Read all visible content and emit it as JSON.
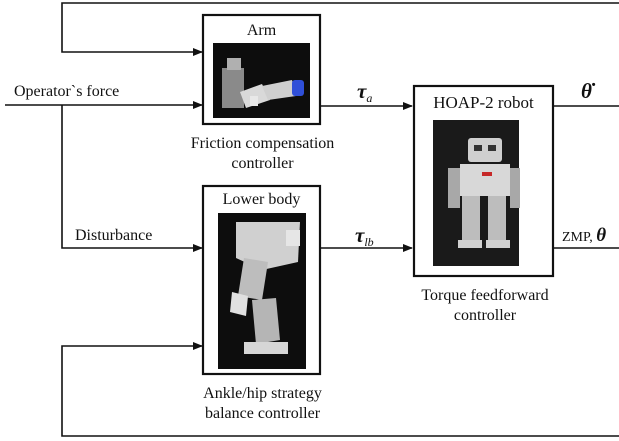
{
  "blocks": {
    "arm": {
      "title": "Arm"
    },
    "lower_body": {
      "title": "Lower body"
    },
    "robot": {
      "title": "HOAP-2 robot"
    }
  },
  "signals": {
    "operator_force": "Operator`s force",
    "disturbance": "Disturbance",
    "tau_a_symbol": "τ",
    "tau_a_sub": "a",
    "tau_lb_symbol": "τ",
    "tau_lb_sub": "lb",
    "theta_dot": "θ̇",
    "zmp_label": "ZMP, ",
    "theta": "θ"
  },
  "controllers": {
    "friction_line1": "Friction compensation",
    "friction_line2": "controller",
    "ankle_line1": "Ankle/hip strategy",
    "ankle_line2": "balance controller",
    "torque_line1": "Torque feedforward",
    "torque_line2": "controller"
  },
  "colors": {
    "line": "#111111",
    "photo_bg": "#0d0d0d",
    "robot_bg": "#1a1a1a"
  }
}
